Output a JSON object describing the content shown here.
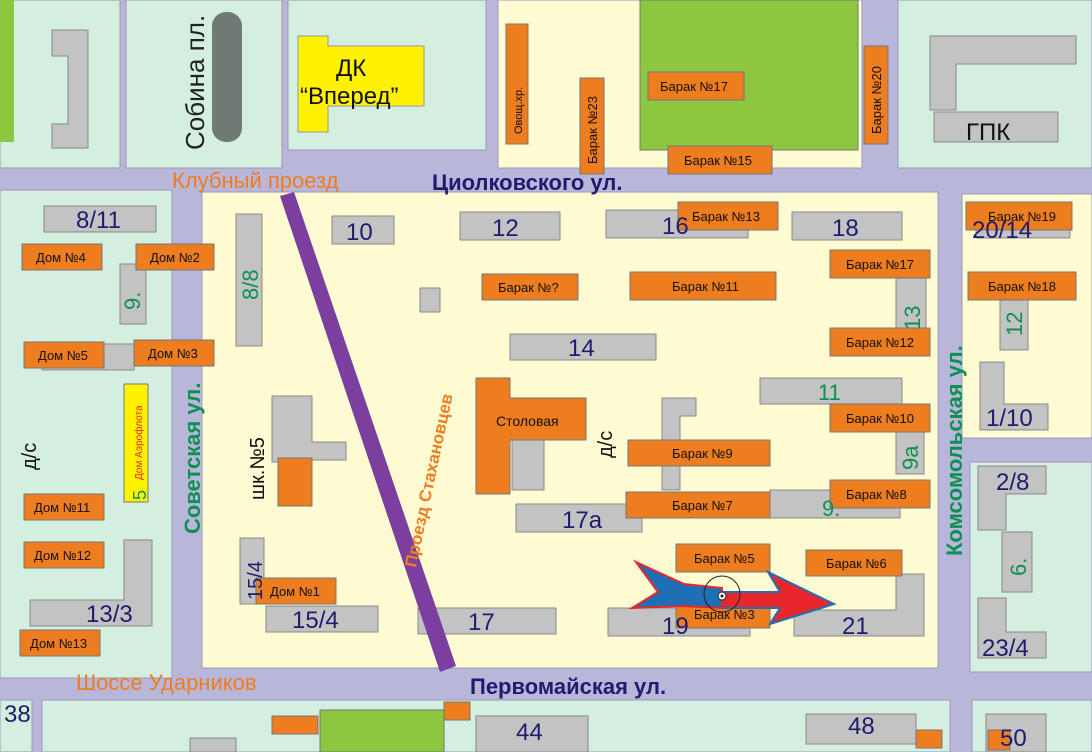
{
  "colors": {
    "road": "#b9b7d9",
    "block_yellow": "#fefbd2",
    "block_green": "#d4efdf",
    "building_gray": "#c3c3c3",
    "barrack_orange": "#ee7d1f",
    "park_green": "#8dc63f",
    "dk_yellow": "#fff200",
    "stakhanov_purple": "#7b3fa0",
    "label_navy": "#1f1c70",
    "label_orange": "#ee7d1f",
    "label_green": "#0c9153",
    "arrow_red": "#e8262b",
    "arrow_blue": "#1f6fb4"
  },
  "streets": {
    "klubny": "Клубный проезд",
    "tsiolkovskogo": "Циолковского ул.",
    "sobina": "Собина пл.",
    "sovetskaya": "Советская ул.",
    "stakhanovtsev": "Проезд Стахановцев",
    "komsomolskaya": "Комсомольская ул.",
    "shosse": "Шоссе Ударников",
    "pervomayskaya": "Первомайская ул."
  },
  "labels": {
    "dk": "ДК",
    "dk2": "“Вперед”",
    "gpk": "ГПК",
    "ovoshch": "Овощ.хр.",
    "stolovaya": "Столовая",
    "shk5": "шк.№5",
    "ds1": "д/с",
    "ds2": "д/с",
    "aeroflot": "Дом Аэрофлота",
    "aeroflot_num": "5",
    "b17": "Барак №17",
    "b20": "Барак №20",
    "b23": "Барак №23",
    "b15": "Барак №15",
    "b13": "Барак №13",
    "b19": "Барак №19",
    "b17b": "Барак №17",
    "b18": "Барак №18",
    "bq": "Барак №?",
    "b11": "Барак №11",
    "b12": "Барак №12",
    "b10": "Барак №10",
    "b9": "Барак №9",
    "b8": "Барак №8",
    "b7": "Барак №7",
    "b5": "Барак №5",
    "b6": "Барак №6",
    "b3": "Барак №3",
    "d4": "Дом №4",
    "d2": "Дом №2",
    "d5": "Дом №5",
    "d3": "Дом №3",
    "d11": "Дом №11",
    "d12": "Дом №12",
    "d13": "Дом №13",
    "d1": "Дом №1"
  },
  "numbers": {
    "n8_11": "8/11",
    "n10": "10",
    "n12": "12",
    "n16": "16",
    "n18": "18",
    "n20_14": "20/14",
    "n8_8": "8/8",
    "n9a_left": "9.",
    "n14": "14",
    "n13": "13",
    "n12r": "12",
    "n11": "11",
    "n1_10": "1/10",
    "n9a": "9а",
    "n2_8": "2/8",
    "n9": "9.",
    "n17a": "17а",
    "n6": "6.",
    "n15_4v": "15/4",
    "n15_4": "15/4",
    "n17": "17",
    "n19": "19",
    "n21": "21",
    "n13_3": "13/3",
    "n23_4": "23/4",
    "n38": "38",
    "n44": "44",
    "n48": "48",
    "n50": "50"
  }
}
